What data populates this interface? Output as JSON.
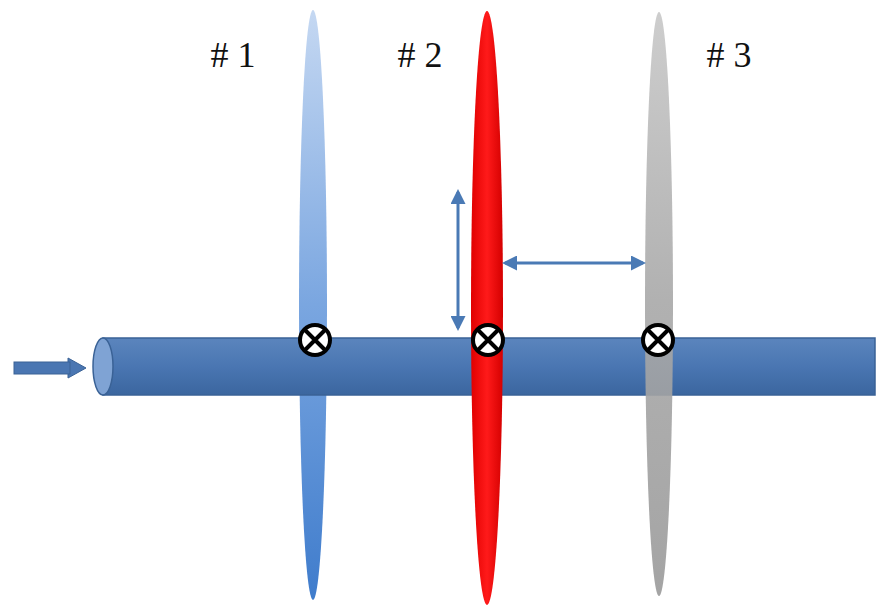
{
  "diagram": {
    "labels": [
      "# 1",
      "# 2",
      "# 3"
    ]
  }
}
